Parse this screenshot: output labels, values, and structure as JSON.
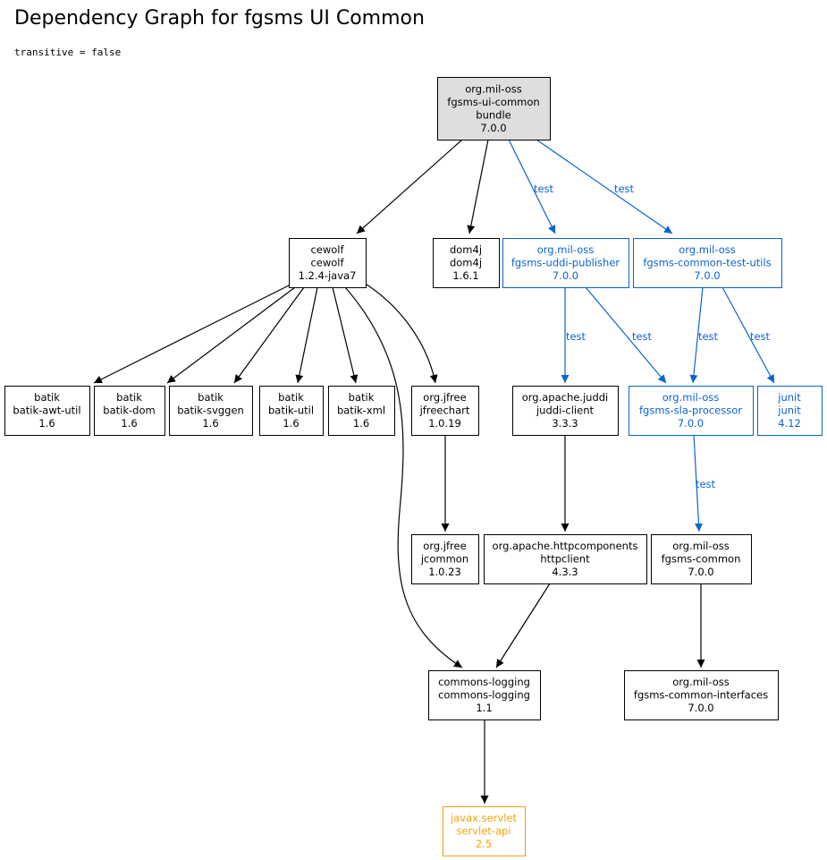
{
  "title": "Dependency Graph for fgsms UI Common",
  "params": "transitive = false",
  "colors": {
    "compile": "#000000",
    "test": "#0a63cf",
    "provided": "#f0a30a",
    "root_fill": "#dedede"
  },
  "nodes": [
    {
      "id": "root",
      "kind": "root",
      "lines": [
        "org.mil-oss",
        "fgsms-ui-common",
        "bundle",
        "7.0.0"
      ]
    },
    {
      "id": "cewolf",
      "kind": "compile",
      "lines": [
        "cewolf",
        "cewolf",
        "1.2.4-java7"
      ]
    },
    {
      "id": "dom4j",
      "kind": "compile",
      "lines": [
        "dom4j",
        "dom4j",
        "1.6.1"
      ]
    },
    {
      "id": "uddi_pub",
      "kind": "test",
      "lines": [
        "org.mil-oss",
        "fgsms-uddi-publisher",
        "7.0.0"
      ]
    },
    {
      "id": "test_utils",
      "kind": "test",
      "lines": [
        "org.mil-oss",
        "fgsms-common-test-utils",
        "7.0.0"
      ]
    },
    {
      "id": "batik_awt",
      "kind": "compile",
      "lines": [
        "batik",
        "batik-awt-util",
        "1.6"
      ]
    },
    {
      "id": "batik_dom",
      "kind": "compile",
      "lines": [
        "batik",
        "batik-dom",
        "1.6"
      ]
    },
    {
      "id": "batik_svggen",
      "kind": "compile",
      "lines": [
        "batik",
        "batik-svggen",
        "1.6"
      ]
    },
    {
      "id": "batik_util",
      "kind": "compile",
      "lines": [
        "batik",
        "batik-util",
        "1.6"
      ]
    },
    {
      "id": "batik_xml",
      "kind": "compile",
      "lines": [
        "batik",
        "batik-xml",
        "1.6"
      ]
    },
    {
      "id": "jfreechart",
      "kind": "compile",
      "lines": [
        "org.jfree",
        "jfreechart",
        "1.0.19"
      ]
    },
    {
      "id": "juddi",
      "kind": "compile",
      "lines": [
        "org.apache.juddi",
        "juddi-client",
        "3.3.3"
      ]
    },
    {
      "id": "sla",
      "kind": "test",
      "lines": [
        "org.mil-oss",
        "fgsms-sla-processor",
        "7.0.0"
      ]
    },
    {
      "id": "junit",
      "kind": "test",
      "lines": [
        "junit",
        "junit",
        "4.12"
      ]
    },
    {
      "id": "jcommon",
      "kind": "compile",
      "lines": [
        "org.jfree",
        "jcommon",
        "1.0.23"
      ]
    },
    {
      "id": "httpclient",
      "kind": "compile",
      "lines": [
        "org.apache.httpcomponents",
        "httpclient",
        "4.3.3"
      ]
    },
    {
      "id": "fgsms_common",
      "kind": "compile",
      "lines": [
        "org.mil-oss",
        "fgsms-common",
        "7.0.0"
      ]
    },
    {
      "id": "logging",
      "kind": "compile",
      "lines": [
        "commons-logging",
        "commons-logging",
        "1.1"
      ]
    },
    {
      "id": "interfaces",
      "kind": "compile",
      "lines": [
        "org.mil-oss",
        "fgsms-common-interfaces",
        "7.0.0"
      ]
    },
    {
      "id": "servlet",
      "kind": "provided",
      "lines": [
        "javax.servlet",
        "servlet-api",
        "2.5"
      ]
    }
  ],
  "edges": [
    {
      "id": "e1",
      "from": "root",
      "to": "cewolf",
      "kind": "compile",
      "label": ""
    },
    {
      "id": "e2",
      "from": "root",
      "to": "dom4j",
      "kind": "compile",
      "label": ""
    },
    {
      "id": "e3",
      "from": "root",
      "to": "uddi_pub",
      "kind": "test",
      "label": "test"
    },
    {
      "id": "e4",
      "from": "root",
      "to": "test_utils",
      "kind": "test",
      "label": "test"
    },
    {
      "id": "e5",
      "from": "cewolf",
      "to": "batik_awt",
      "kind": "compile",
      "label": ""
    },
    {
      "id": "e6",
      "from": "cewolf",
      "to": "batik_dom",
      "kind": "compile",
      "label": ""
    },
    {
      "id": "e7",
      "from": "cewolf",
      "to": "batik_svggen",
      "kind": "compile",
      "label": ""
    },
    {
      "id": "e8",
      "from": "cewolf",
      "to": "batik_util",
      "kind": "compile",
      "label": ""
    },
    {
      "id": "e9",
      "from": "cewolf",
      "to": "batik_xml",
      "kind": "compile",
      "label": ""
    },
    {
      "id": "e10",
      "from": "cewolf",
      "to": "jfreechart",
      "kind": "compile",
      "label": ""
    },
    {
      "id": "e11",
      "from": "cewolf",
      "to": "logging",
      "kind": "compile",
      "label": ""
    },
    {
      "id": "e12",
      "from": "uddi_pub",
      "to": "juddi",
      "kind": "test",
      "label": "test"
    },
    {
      "id": "e13",
      "from": "uddi_pub",
      "to": "sla",
      "kind": "test",
      "label": "test"
    },
    {
      "id": "e14",
      "from": "test_utils",
      "to": "sla",
      "kind": "test",
      "label": "test"
    },
    {
      "id": "e15",
      "from": "test_utils",
      "to": "junit",
      "kind": "test",
      "label": "test"
    },
    {
      "id": "e16",
      "from": "jfreechart",
      "to": "jcommon",
      "kind": "compile",
      "label": ""
    },
    {
      "id": "e17",
      "from": "juddi",
      "to": "httpclient",
      "kind": "compile",
      "label": ""
    },
    {
      "id": "e18",
      "from": "sla",
      "to": "fgsms_common",
      "kind": "test",
      "label": "test"
    },
    {
      "id": "e19",
      "from": "httpclient",
      "to": "logging",
      "kind": "compile",
      "label": ""
    },
    {
      "id": "e20",
      "from": "fgsms_common",
      "to": "interfaces",
      "kind": "compile",
      "label": ""
    },
    {
      "id": "e21",
      "from": "logging",
      "to": "servlet",
      "kind": "compile",
      "label": ""
    }
  ]
}
